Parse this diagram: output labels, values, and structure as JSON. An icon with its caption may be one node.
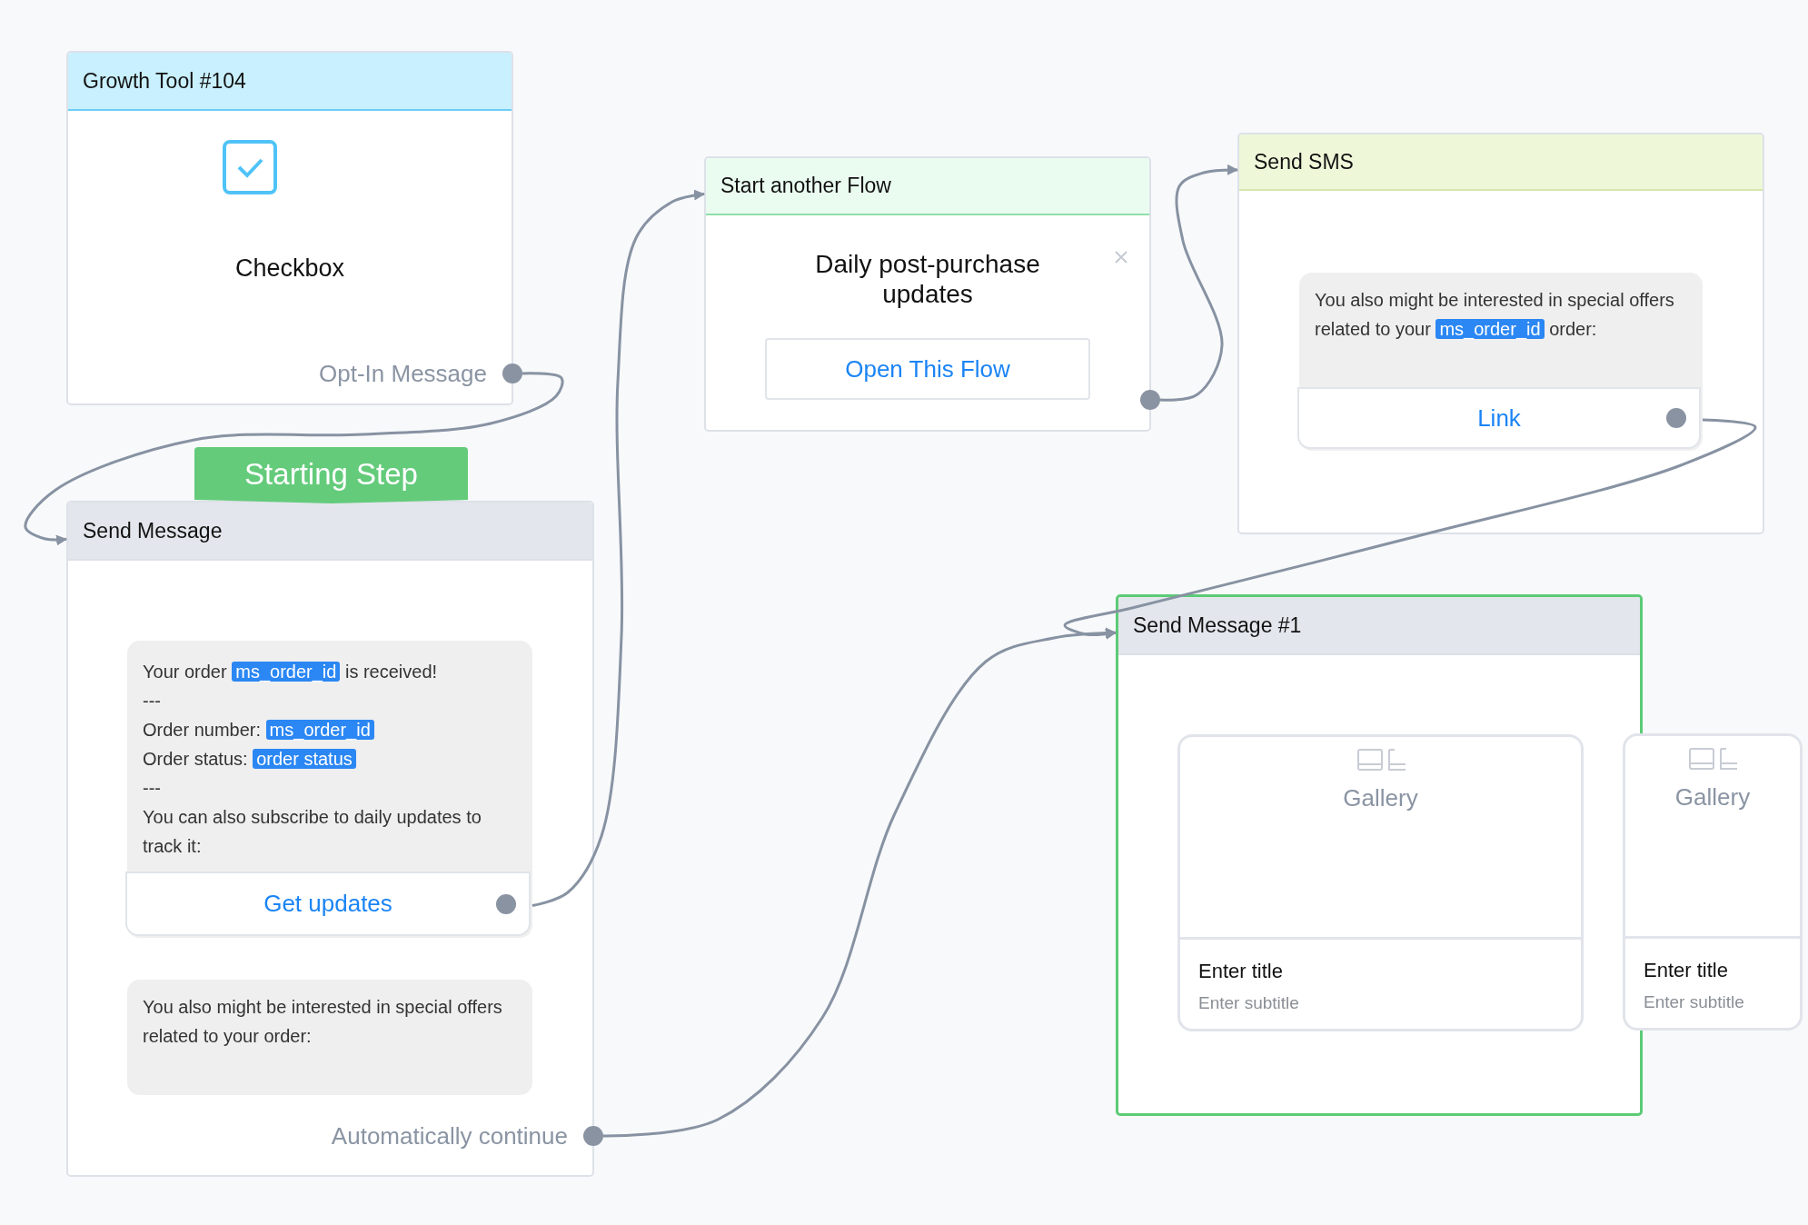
{
  "diagram": {
    "nodes": [
      {
        "text": [
          "Growth Tool #104",
          "Checkbox"
        ]
      },
      {
        "text": [
          "Opt-In Message"
        ],
        "in": 0
      },
      {
        "text": [
          "Starting Step"
        ]
      },
      {
        "text": [
          "Send Message"
        ]
      },
      {
        "text": [
          "Your order **ms_order_id** is received!",
          "---",
          "Order number: **ms_order_id**",
          "Order status: **order status**",
          "---",
          "You can also subscribe to daily updates to track it:"
        ],
        "in": 3
      },
      {
        "text": [
          "Get updates"
        ],
        "in": 4
      },
      {
        "text": [
          "You also might be interested in special offers related to your order:"
        ],
        "in": 3
      },
      {
        "text": [
          "Automatically continue"
        ],
        "in": 3
      },
      {
        "text": [
          "Start another Flow",
          "Daily post-purchase updates"
        ]
      },
      {
        "text": [
          "Open This Flow"
        ],
        "in": 8
      },
      {
        "text": [],
        "shape": "circle"
      },
      {
        "text": [
          "Send SMS"
        ]
      },
      {
        "text": [
          "You also might be interested in special offers related to your **ms_order_id** order:"
        ],
        "in": 11
      },
      {
        "text": [
          "Link"
        ],
        "in": 12
      },
      {
        "text": [
          "Send Message #1"
        ]
      },
      {
        "text": [
          "Gallery",
          "Enter title",
          "Enter subtitle"
        ],
        "in": 14
      },
      {
        "text": [
          "Gallery",
          "Enter title",
          "Enter subtitle"
        ]
      }
    ],
    "edges": [
      {
        "from": 1,
        "to": 3,
        "arrow": "to"
      },
      {
        "from": 5,
        "to": 8,
        "arrow": "to"
      },
      {
        "from": 10,
        "to": 11,
        "arrow": "to"
      },
      {
        "from": 13,
        "to": 14,
        "arrow": "to"
      },
      {
        "from": 7,
        "to": 14,
        "arrow": "to"
      }
    ]
  }
}
